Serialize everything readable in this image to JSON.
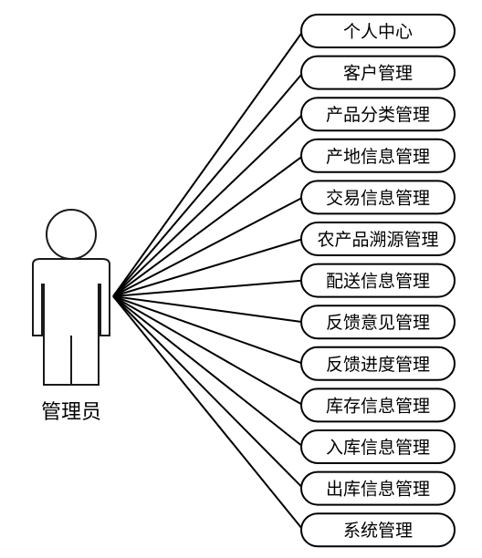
{
  "actor": {
    "label": "管理员"
  },
  "use_cases": [
    {
      "id": "personal-center",
      "label": "个人中心"
    },
    {
      "id": "customer-management",
      "label": "客户管理"
    },
    {
      "id": "product-category-management",
      "label": "产品分类管理"
    },
    {
      "id": "origin-info-management",
      "label": "产地信息管理"
    },
    {
      "id": "transaction-info-management",
      "label": "交易信息管理"
    },
    {
      "id": "agri-product-traceability-management",
      "label": "农产品溯源管理"
    },
    {
      "id": "delivery-info-management",
      "label": "配送信息管理"
    },
    {
      "id": "feedback-opinion-management",
      "label": "反馈意见管理"
    },
    {
      "id": "feedback-progress-management",
      "label": "反馈进度管理"
    },
    {
      "id": "inventory-info-management",
      "label": "库存信息管理"
    },
    {
      "id": "stock-in-info-management",
      "label": "入库信息管理"
    },
    {
      "id": "stock-out-info-management",
      "label": "出库信息管理"
    },
    {
      "id": "system-management",
      "label": "系统管理"
    }
  ]
}
